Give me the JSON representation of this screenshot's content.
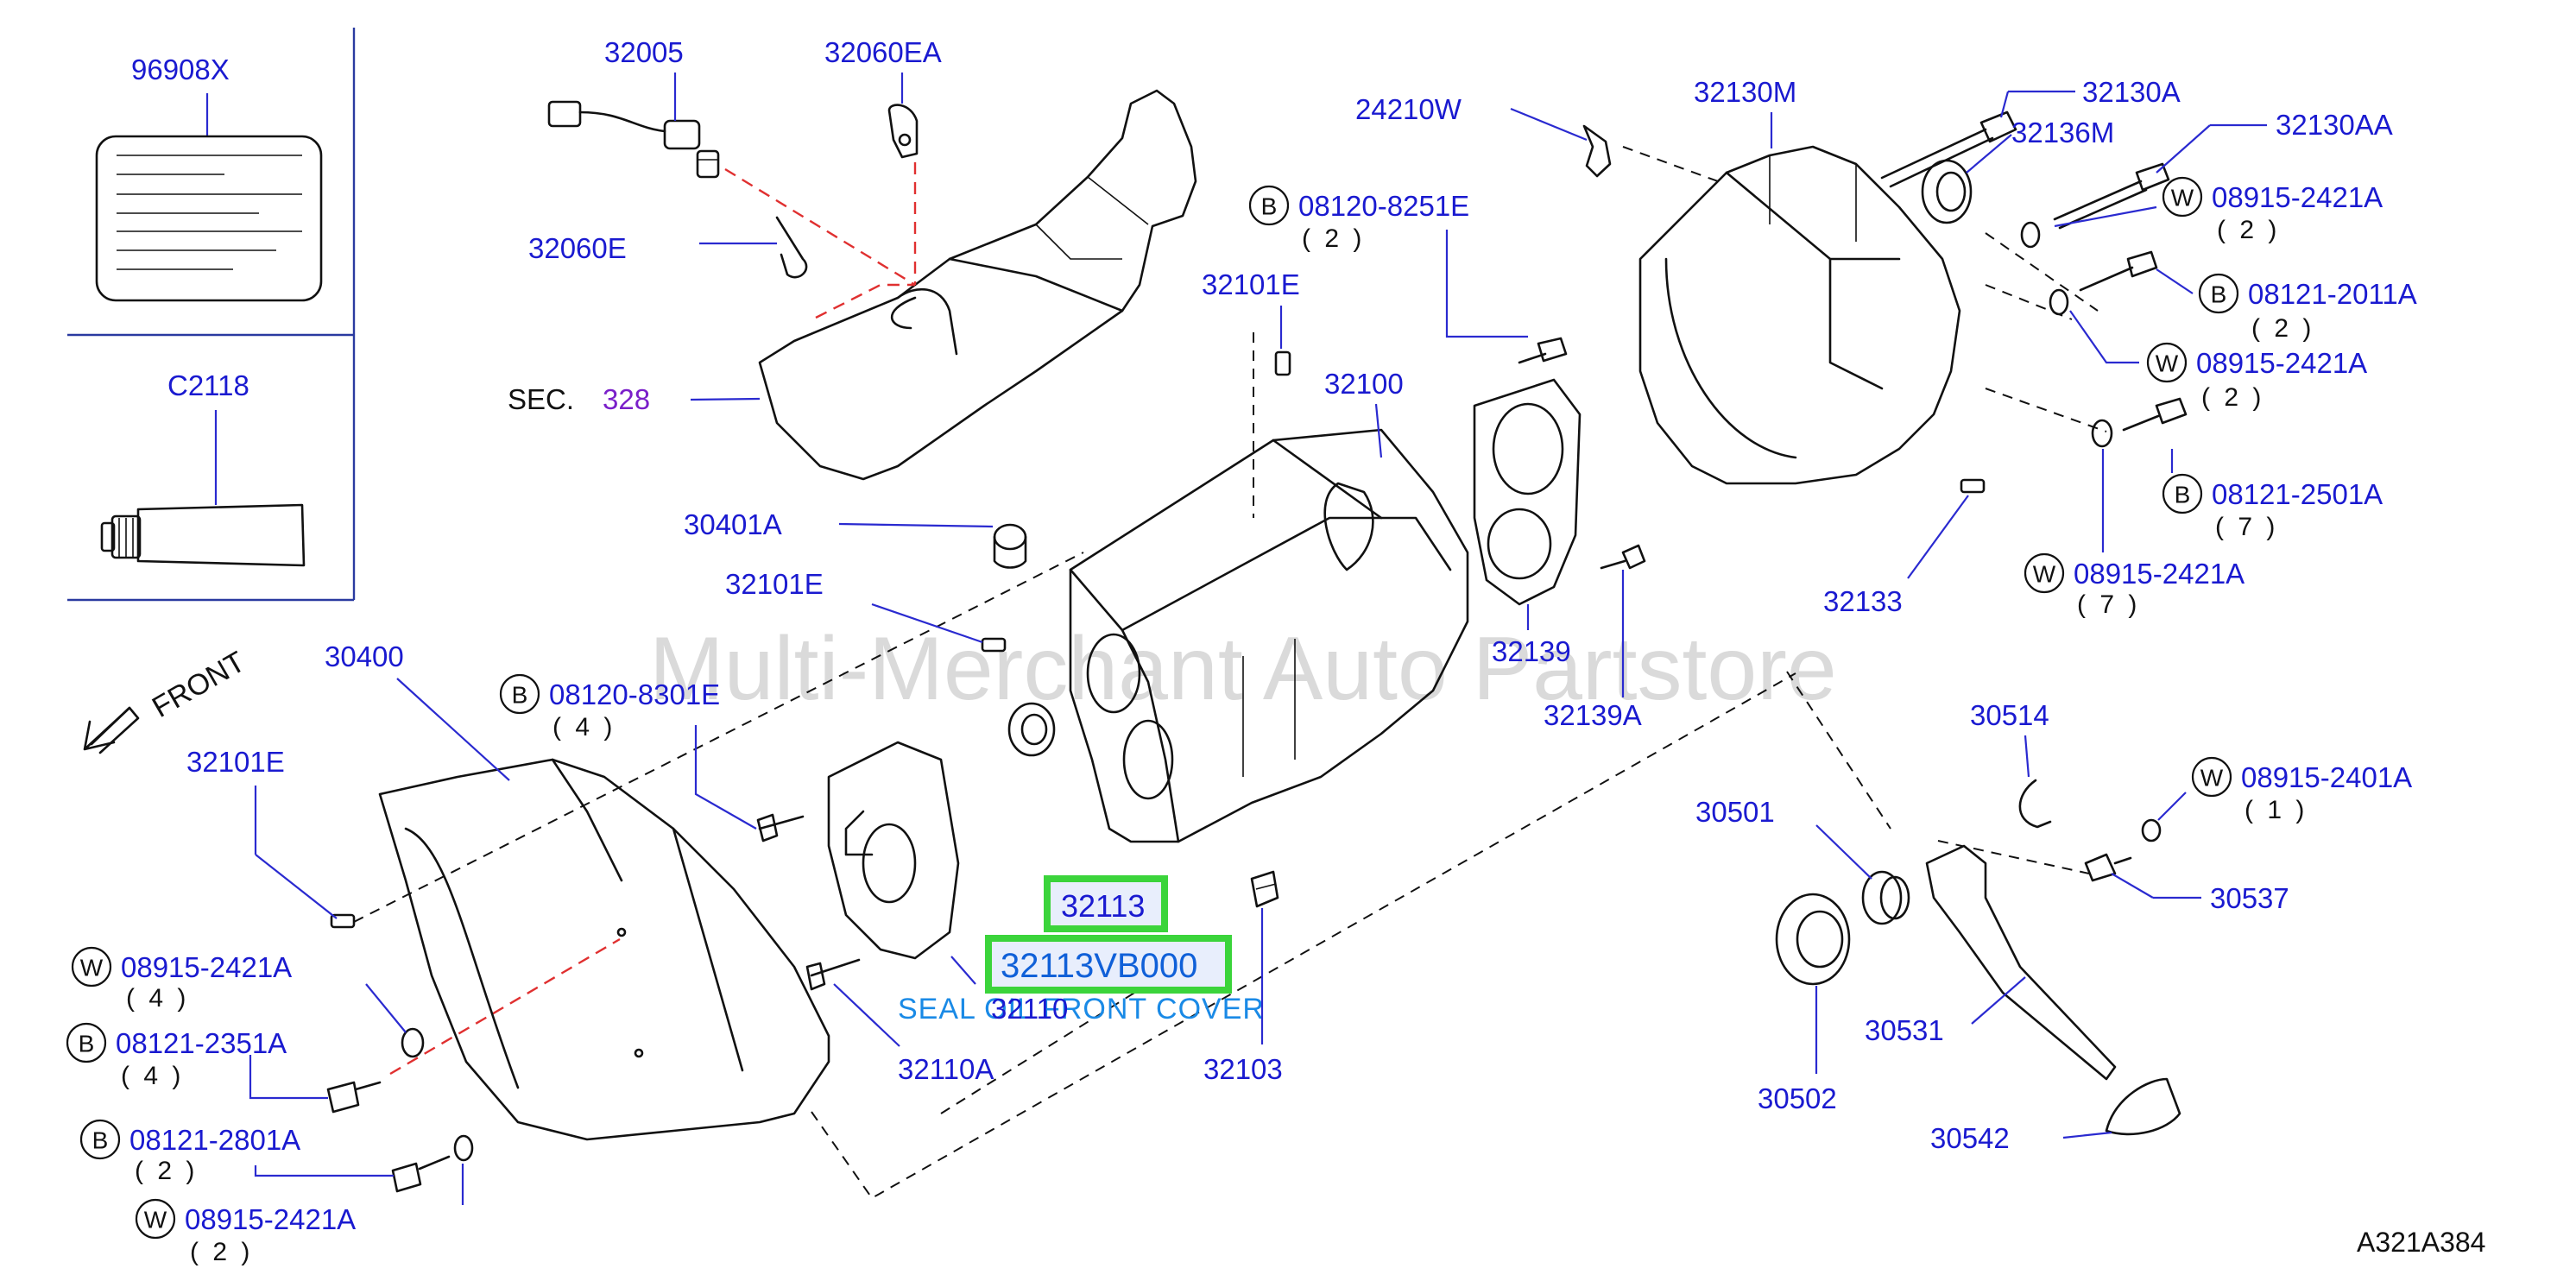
{
  "watermark": "Multi-Merchant Auto Partstore",
  "diagram_code": "A321A384",
  "front_label": "FRONT",
  "sec_prefix": "SEC.",
  "sec_number": "328",
  "highlight": {
    "part_number_1": "32113",
    "part_number_2": "32113VB000",
    "description": "SEAL OIL FRONT COVER"
  },
  "legend": {
    "top_part": "96908X",
    "bottom_part": "C2118"
  },
  "labels": {
    "l32005": "32005",
    "l32060EA": "32060EA",
    "l32060E": "32060E",
    "l32101E_top": "32101E",
    "l32100": "32100",
    "l30401A": "30401A",
    "l32101E_mid": "32101E",
    "l30400": "30400",
    "l32101E_left": "32101E",
    "l24210W": "24210W",
    "l32130M": "32130M",
    "l32130A": "32130A",
    "l32136M": "32136M",
    "l32130AA": "32130AA",
    "l32139": "32139",
    "l32139A": "32139A",
    "l32133": "32133",
    "l30514": "30514",
    "l30501": "30501",
    "l30537": "30537",
    "l30531": "30531",
    "l30502": "30502",
    "l30542": "30542",
    "l32110": "32110",
    "l32110A": "32110A",
    "l32103": "32103"
  },
  "prefixed": [
    {
      "id": "p1",
      "prefix": "B",
      "part": "08120-8251E",
      "qty": "( 2 )"
    },
    {
      "id": "p2",
      "prefix": "W",
      "part": "08915-2421A",
      "qty": "( 2 )"
    },
    {
      "id": "p3",
      "prefix": "B",
      "part": "08121-2011A",
      "qty": "( 2 )"
    },
    {
      "id": "p4",
      "prefix": "W",
      "part": "08915-2421A",
      "qty": "( 2 )"
    },
    {
      "id": "p5",
      "prefix": "B",
      "part": "08121-2501A",
      "qty": "( 7 )"
    },
    {
      "id": "p6",
      "prefix": "W",
      "part": "08915-2421A",
      "qty": "( 7 )"
    },
    {
      "id": "p7",
      "prefix": "B",
      "part": "08120-8301E",
      "qty": "( 4 )"
    },
    {
      "id": "p8",
      "prefix": "W",
      "part": "08915-2401A",
      "qty": "( 1 )"
    },
    {
      "id": "p9",
      "prefix": "W",
      "part": "08915-2421A",
      "qty": "( 4 )"
    },
    {
      "id": "p10",
      "prefix": "B",
      "part": "08121-2351A",
      "qty": "( 4 )"
    },
    {
      "id": "p11",
      "prefix": "B",
      "part": "08121-2801A",
      "qty": "( 2 )"
    },
    {
      "id": "p12",
      "prefix": "W",
      "part": "08915-2421A",
      "qty": "( 2 )"
    }
  ]
}
